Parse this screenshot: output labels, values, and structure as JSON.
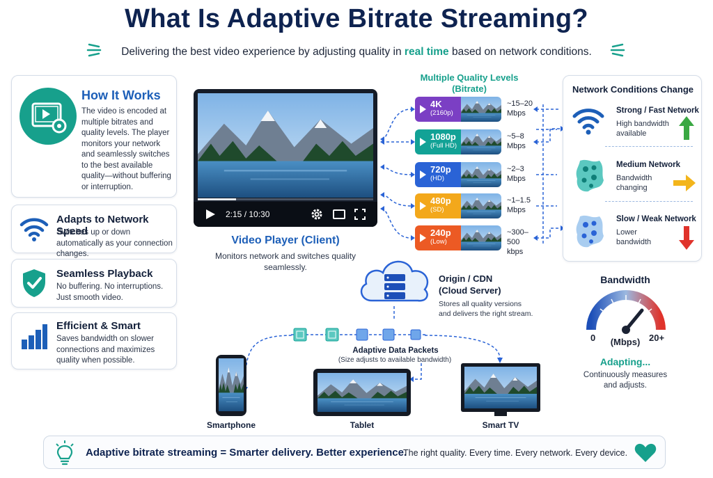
{
  "title": "What Is Adaptive Bitrate Streaming?",
  "subtitle": {
    "before": "Delivering the best video experience by adjusting quality in ",
    "highlight": "real time",
    "after": " based on network conditions."
  },
  "how_it_works": {
    "title": "How It Works",
    "body": "The video is encoded at multiple bitrates and quality levels. The player monitors your network and seamlessly switches to the best available quality—without buffering or interruption."
  },
  "features": [
    {
      "title": "Adapts to Network Speed",
      "body": "Switches up or down automatically as your connection changes.",
      "icon": "wifi-icon"
    },
    {
      "title": "Seamless Playback",
      "body": "No buffering. No interruptions. Just smooth video.",
      "icon": "shield-check-icon"
    },
    {
      "title": "Efficient & Smart",
      "body": "Saves bandwidth on slower connections and maximizes quality when possible.",
      "icon": "bar-chart-icon"
    }
  ],
  "player": {
    "time": "2:15 / 10:30",
    "label": "Video Player (Client)",
    "desc": "Monitors network and switches quality seamlessly."
  },
  "quality": {
    "title": "Multiple Quality Levels",
    "subtitle": "(Bitrate)",
    "levels": [
      {
        "res": "4K",
        "sub": "(2160p)",
        "rate": "~15–20\nMbps",
        "color": "#7b3fc4"
      },
      {
        "res": "1080p",
        "sub": "(Full HD)",
        "rate": "~5–8\nMbps",
        "color": "#12a296"
      },
      {
        "res": "720p",
        "sub": "(HD)",
        "rate": "~2–3\nMbps",
        "color": "#2a63d6"
      },
      {
        "res": "480p",
        "sub": "(SD)",
        "rate": "~1–1.5\nMbps",
        "color": "#f3a81b"
      },
      {
        "res": "240p",
        "sub": "(Low)",
        "rate": "~300–\n500 kbps",
        "color": "#ec5a24"
      }
    ]
  },
  "network": {
    "title": "Network Conditions Change",
    "items": [
      {
        "title": "Strong / Fast Network",
        "desc": "High bandwidth\navailable",
        "arrow_color": "#3aa843"
      },
      {
        "title": "Medium Network",
        "desc": "Bandwidth\nchanging",
        "arrow_color": "#f3b51b"
      },
      {
        "title": "Slow / Weak Network",
        "desc": "Lower\nbandwidth",
        "arrow_color": "#e0332b"
      }
    ]
  },
  "cdn": {
    "title": "Origin / CDN\n(Cloud Server)",
    "desc": "Stores all quality versions\nand delivers the right stream."
  },
  "packets": {
    "title": "Adaptive Data Packets",
    "subtitle": "(Size adjusts to available bandwidth)"
  },
  "devices": [
    {
      "name": "Smartphone"
    },
    {
      "name": "Tablet"
    },
    {
      "name": "Smart TV"
    }
  ],
  "bandwidth": {
    "title": "Bandwidth",
    "min": "0",
    "max": "20+",
    "unit": "(Mbps)",
    "status": "Adapting...",
    "desc": "Continuously measures\nand adjusts."
  },
  "footer": {
    "main": "Adaptive bitrate streaming = Smarter delivery. Better experience.",
    "tagline": "The right quality. Every time. Every network. Every device."
  },
  "colors": {
    "navy": "#0e2350",
    "teal": "#17a08c",
    "blue": "#1d5fb8"
  }
}
